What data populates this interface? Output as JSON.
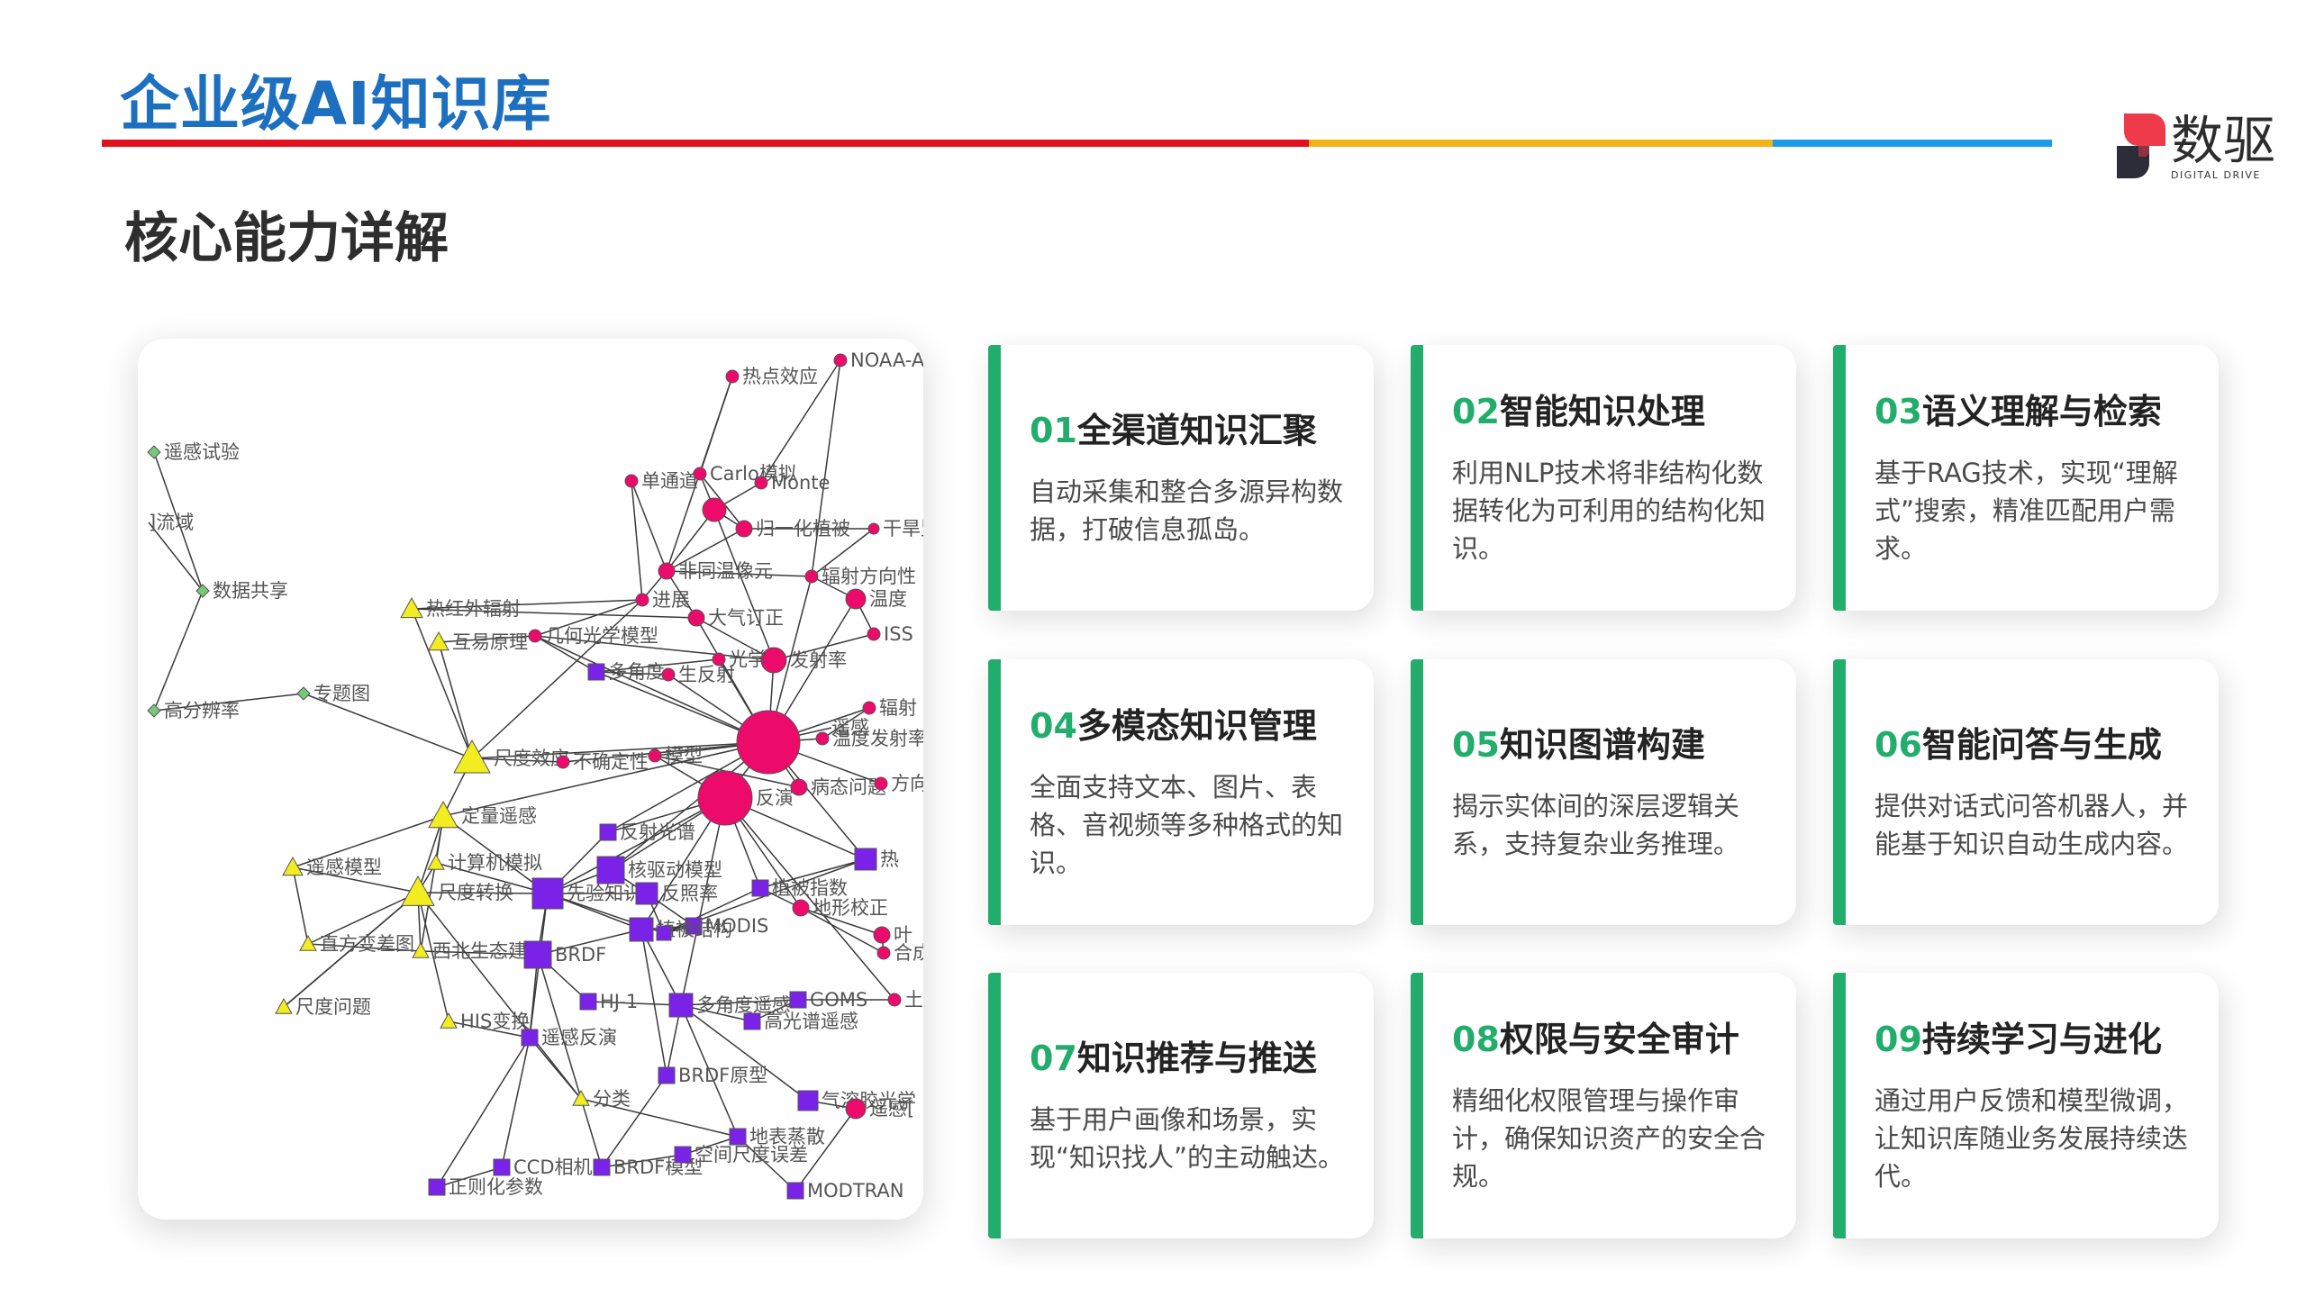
{
  "header": {
    "title": "企业级AI知识库",
    "section_title": "核心能力详解"
  },
  "logo": {
    "name_cn": "数驱",
    "name_en": "DIGITAL DRIVE"
  },
  "colors": {
    "title_blue": "#1d6fc0",
    "stripe_red": "#e3101d",
    "stripe_yellow": "#f2b417",
    "stripe_blue": "#1b9be8",
    "accent_green": "#22ad6c",
    "logo_red": "#ef3a4a",
    "logo_dark": "#2d2d3a",
    "node_magenta": "#ec0a6b",
    "node_purple": "#7a22e8",
    "node_yellow": "#f2ec20",
    "node_green": "#79c77a"
  },
  "graph": {
    "nodes": [
      {
        "id": "n1",
        "label": "热点效应",
        "shape": "circle",
        "color": "#ec0a6b"
      },
      {
        "id": "n2",
        "label": "NOAA-A",
        "shape": "circle",
        "color": "#ec0a6b"
      },
      {
        "id": "n3",
        "label": "遥感试验",
        "shape": "diamond",
        "color": "#79c77a"
      },
      {
        "id": "n4",
        "label": "单通道",
        "shape": "circle",
        "color": "#ec0a6b"
      },
      {
        "id": "n5",
        "label": "Carlo模拟",
        "shape": "circle",
        "color": "#ec0a6b"
      },
      {
        "id": "n6",
        "label": "Monte",
        "shape": "circle",
        "color": "#ec0a6b"
      },
      {
        "id": "n7",
        "label": "]流域",
        "shape": "none",
        "color": "#555555"
      },
      {
        "id": "n8",
        "label": "归一化植被",
        "shape": "circle",
        "color": "#ec0a6b"
      },
      {
        "id": "n9",
        "label": "干旱监",
        "shape": "circle",
        "color": "#ec0a6b"
      },
      {
        "id": "n10",
        "label": "非同温像元",
        "shape": "circle",
        "color": "#ec0a6b"
      },
      {
        "id": "n11",
        "label": "辐射方向性",
        "shape": "circle",
        "color": "#ec0a6b"
      },
      {
        "id": "n12",
        "label": "数据共享",
        "shape": "diamond",
        "color": "#79c77a"
      },
      {
        "id": "n13",
        "label": "热红外辐射",
        "shape": "triangle",
        "color": "#f2ec20"
      },
      {
        "id": "n14",
        "label": "进展",
        "shape": "circle",
        "color": "#ec0a6b"
      },
      {
        "id": "n15",
        "label": "大气订正",
        "shape": "circle",
        "color": "#ec0a6b"
      },
      {
        "id": "n16",
        "label": "温度",
        "shape": "circle",
        "color": "#ec0a6b"
      },
      {
        "id": "n17",
        "label": "互易原理",
        "shape": "triangle",
        "color": "#f2ec20"
      },
      {
        "id": "n18",
        "label": "几何光学模型",
        "shape": "circle",
        "color": "#ec0a6b"
      },
      {
        "id": "n19",
        "label": "ISS",
        "shape": "circle",
        "color": "#ec0a6b"
      },
      {
        "id": "n20",
        "label": "发射率",
        "shape": "circle",
        "color": "#ec0a6b"
      },
      {
        "id": "n21",
        "label": "光学",
        "shape": "circle",
        "color": "#ec0a6b"
      },
      {
        "id": "n22",
        "label": "多角度",
        "shape": "square",
        "color": "#7a22e8"
      },
      {
        "id": "n23",
        "label": "生反射",
        "shape": "circle",
        "color": "#ec0a6b"
      },
      {
        "id": "n24",
        "label": "高分辨率",
        "shape": "diamond",
        "color": "#79c77a"
      },
      {
        "id": "n25",
        "label": "专题图",
        "shape": "diamond",
        "color": "#79c77a"
      },
      {
        "id": "n26",
        "label": "辐射",
        "shape": "circle",
        "color": "#ec0a6b"
      },
      {
        "id": "n27",
        "label": "遥感",
        "shape": "circle",
        "color": "#ec0a6b"
      },
      {
        "id": "n28",
        "label": "温度发射率",
        "shape": "circle",
        "color": "#ec0a6b"
      },
      {
        "id": "n29",
        "label": "尺度效应",
        "shape": "triangle",
        "color": "#f2ec20"
      },
      {
        "id": "n30",
        "label": "不确定性",
        "shape": "circle",
        "color": "#ec0a6b"
      },
      {
        "id": "n31",
        "label": "模型",
        "shape": "circle",
        "color": "#ec0a6b"
      },
      {
        "id": "n32",
        "label": "病态问题",
        "shape": "circle",
        "color": "#ec0a6b"
      },
      {
        "id": "n33",
        "label": "方向性",
        "shape": "circle",
        "color": "#ec0a6b"
      },
      {
        "id": "n34",
        "label": "反演",
        "shape": "circle",
        "color": "#ec0a6b"
      },
      {
        "id": "n35",
        "label": "定量遥感",
        "shape": "triangle",
        "color": "#f2ec20"
      },
      {
        "id": "n36",
        "label": "反射光谱",
        "shape": "square",
        "color": "#7a22e8"
      },
      {
        "id": "n37",
        "label": "核驱动模型",
        "shape": "square",
        "color": "#7a22e8"
      },
      {
        "id": "n38",
        "label": "热",
        "shape": "square",
        "color": "#7a22e8"
      },
      {
        "id": "n39",
        "label": "遥感模型",
        "shape": "triangle",
        "color": "#f2ec20"
      },
      {
        "id": "n40",
        "label": "计算机模拟",
        "shape": "triangle",
        "color": "#f2ec20"
      },
      {
        "id": "n41",
        "label": "尺度转换",
        "shape": "triangle",
        "color": "#f2ec20"
      },
      {
        "id": "n42",
        "label": "先验知识",
        "shape": "square",
        "color": "#7a22e8"
      },
      {
        "id": "n43",
        "label": "反照率",
        "shape": "square",
        "color": "#7a22e8"
      },
      {
        "id": "n44",
        "label": "植被指数",
        "shape": "square",
        "color": "#7a22e8"
      },
      {
        "id": "n45",
        "label": "地形校正",
        "shape": "circle",
        "color": "#ec0a6b"
      },
      {
        "id": "n46",
        "label": "MODIS",
        "shape": "square",
        "color": "#7a22e8"
      },
      {
        "id": "n47",
        "label": "植被结构",
        "shape": "square",
        "color": "#7a22e8"
      },
      {
        "id": "n48",
        "label": "叶",
        "shape": "circle",
        "color": "#ec0a6b"
      },
      {
        "id": "n49",
        "label": "合成",
        "shape": "circle",
        "color": "#ec0a6b"
      },
      {
        "id": "n50",
        "label": "直方变差图",
        "shape": "triangle",
        "color": "#f2ec20"
      },
      {
        "id": "n51",
        "label": "西北生态建设",
        "shape": "triangle",
        "color": "#f2ec20"
      },
      {
        "id": "n52",
        "label": "BRDF",
        "shape": "square",
        "color": "#7a22e8"
      },
      {
        "id": "n53",
        "label": "HJ-1",
        "shape": "square",
        "color": "#7a22e8"
      },
      {
        "id": "n54",
        "label": "多角度遥感",
        "shape": "square",
        "color": "#7a22e8"
      },
      {
        "id": "n55",
        "label": "GOMS",
        "shape": "square",
        "color": "#7a22e8"
      },
      {
        "id": "n56",
        "label": "土壤",
        "shape": "circle",
        "color": "#ec0a6b"
      },
      {
        "id": "n57",
        "label": "尺度问题",
        "shape": "triangle",
        "color": "#f2ec20"
      },
      {
        "id": "n58",
        "label": "HIS变换",
        "shape": "triangle",
        "color": "#f2ec20"
      },
      {
        "id": "n59",
        "label": "遥感反演",
        "shape": "square",
        "color": "#7a22e8"
      },
      {
        "id": "n60",
        "label": "高光谱遥感",
        "shape": "square",
        "color": "#7a22e8"
      },
      {
        "id": "n61",
        "label": "BRDF原型",
        "shape": "square",
        "color": "#7a22e8"
      },
      {
        "id": "n62",
        "label": "分类",
        "shape": "triangle",
        "color": "#f2ec20"
      },
      {
        "id": "n63",
        "label": "气溶胶光学",
        "shape": "square",
        "color": "#7a22e8"
      },
      {
        "id": "n64",
        "label": "遥感[",
        "shape": "circle",
        "color": "#ec0a6b"
      },
      {
        "id": "n65",
        "label": "地表蒸散",
        "shape": "square",
        "color": "#7a22e8"
      },
      {
        "id": "n66",
        "label": "CCD相机",
        "shape": "square",
        "color": "#7a22e8"
      },
      {
        "id": "n67",
        "label": "BRDF模型",
        "shape": "square",
        "color": "#7a22e8"
      },
      {
        "id": "n68",
        "label": "空间尺度误差",
        "shape": "square",
        "color": "#7a22e8"
      },
      {
        "id": "n69",
        "label": "正则化参数",
        "shape": "square",
        "color": "#7a22e8"
      },
      {
        "id": "n70",
        "label": "MODTRAN",
        "shape": "square",
        "color": "#7a22e8"
      },
      {
        "id": "n71",
        "label": "",
        "shape": "circle",
        "color": "#ec0a6b"
      },
      {
        "id": "n72",
        "label": "",
        "shape": "circle",
        "color": "#ec0a6b"
      },
      {
        "id": "n73",
        "label": "",
        "shape": "square",
        "color": "#7a22e8"
      }
    ],
    "edges": [
      [
        "n1",
        "n5"
      ],
      [
        "n1",
        "n10"
      ],
      [
        "n2",
        "n6"
      ],
      [
        "n2",
        "n11"
      ],
      [
        "n4",
        "n10"
      ],
      [
        "n4",
        "n14"
      ],
      [
        "n5",
        "n71"
      ],
      [
        "n5",
        "n8"
      ],
      [
        "n6",
        "n71"
      ],
      [
        "n8",
        "n9"
      ],
      [
        "n8",
        "n10"
      ],
      [
        "n8",
        "n71"
      ],
      [
        "n9",
        "n11"
      ],
      [
        "n10",
        "n11"
      ],
      [
        "n10",
        "n14"
      ],
      [
        "n10",
        "n15"
      ],
      [
        "n10",
        "n71"
      ],
      [
        "n11",
        "n16"
      ],
      [
        "n11",
        "n72"
      ],
      [
        "n12",
        "n3"
      ],
      [
        "n12",
        "n7"
      ],
      [
        "n12",
        "n24"
      ],
      [
        "n13",
        "n14"
      ],
      [
        "n13",
        "n15"
      ],
      [
        "n13",
        "n29"
      ],
      [
        "n14",
        "n18"
      ],
      [
        "n15",
        "n20"
      ],
      [
        "n15",
        "n72"
      ],
      [
        "n16",
        "n72"
      ],
      [
        "n16",
        "n19"
      ],
      [
        "n17",
        "n18"
      ],
      [
        "n17",
        "n29"
      ],
      [
        "n18",
        "n22"
      ],
      [
        "n18",
        "n20"
      ],
      [
        "n18",
        "n72"
      ],
      [
        "n19",
        "n20"
      ],
      [
        "n20",
        "n72"
      ],
      [
        "n20",
        "n71"
      ],
      [
        "n21",
        "n22"
      ],
      [
        "n21",
        "n72"
      ],
      [
        "n22",
        "n23"
      ],
      [
        "n22",
        "n72"
      ],
      [
        "n23",
        "n72"
      ],
      [
        "n24",
        "n25"
      ],
      [
        "n25",
        "n29"
      ],
      [
        "n26",
        "n72"
      ],
      [
        "n26",
        "n28"
      ],
      [
        "n27",
        "n72"
      ],
      [
        "n28",
        "n72"
      ],
      [
        "n29",
        "n30"
      ],
      [
        "n29",
        "n35"
      ],
      [
        "n29",
        "n72"
      ],
      [
        "n29",
        "n14"
      ],
      [
        "n30",
        "n72"
      ],
      [
        "n31",
        "n72"
      ],
      [
        "n31",
        "n32"
      ],
      [
        "n31",
        "n34"
      ],
      [
        "n32",
        "n72"
      ],
      [
        "n33",
        "n72"
      ],
      [
        "n34",
        "n72"
      ],
      [
        "n34",
        "n42"
      ],
      [
        "n34",
        "n36"
      ],
      [
        "n34",
        "n37"
      ],
      [
        "n34",
        "n44"
      ],
      [
        "n34",
        "n38"
      ],
      [
        "n34",
        "n45"
      ],
      [
        "n34",
        "n47"
      ],
      [
        "n34",
        "n54"
      ],
      [
        "n35",
        "n39"
      ],
      [
        "n35",
        "n40"
      ],
      [
        "n35",
        "n41"
      ],
      [
        "n35",
        "n42"
      ],
      [
        "n35",
        "n51"
      ],
      [
        "n35",
        "n72"
      ],
      [
        "n36",
        "n72"
      ],
      [
        "n37",
        "n72"
      ],
      [
        "n38",
        "n72"
      ],
      [
        "n38",
        "n44"
      ],
      [
        "n39",
        "n50"
      ],
      [
        "n39",
        "n41"
      ],
      [
        "n40",
        "n41"
      ],
      [
        "n40",
        "n42"
      ],
      [
        "n41",
        "n42"
      ],
      [
        "n41",
        "n50"
      ],
      [
        "n41",
        "n57"
      ],
      [
        "n41",
        "n58"
      ],
      [
        "n41",
        "n51"
      ],
      [
        "n41",
        "n62"
      ],
      [
        "n42",
        "n43"
      ],
      [
        "n42",
        "n37"
      ],
      [
        "n42",
        "n47"
      ],
      [
        "n42",
        "n52"
      ],
      [
        "n42",
        "n73"
      ],
      [
        "n42",
        "n59"
      ],
      [
        "n43",
        "n73"
      ],
      [
        "n43",
        "n46"
      ],
      [
        "n44",
        "n73"
      ],
      [
        "n44",
        "n45"
      ],
      [
        "n45",
        "n48"
      ],
      [
        "n45",
        "n49"
      ],
      [
        "n46",
        "n73"
      ],
      [
        "n46",
        "n47"
      ],
      [
        "n47",
        "n52"
      ],
      [
        "n47",
        "n54"
      ],
      [
        "n48",
        "n49"
      ],
      [
        "n50",
        "n51"
      ],
      [
        "n51",
        "n52"
      ],
      [
        "n52",
        "n53"
      ],
      [
        "n52",
        "n59"
      ],
      [
        "n53",
        "n54"
      ],
      [
        "n54",
        "n55"
      ],
      [
        "n54",
        "n60"
      ],
      [
        "n54",
        "n61"
      ],
      [
        "n54",
        "n65"
      ],
      [
        "n55",
        "n56"
      ],
      [
        "n55",
        "n60"
      ],
      [
        "n56",
        "n34"
      ],
      [
        "n57",
        "n41"
      ],
      [
        "n58",
        "n59"
      ],
      [
        "n59",
        "n66"
      ],
      [
        "n59",
        "n62"
      ],
      [
        "n61",
        "n67"
      ],
      [
        "n62",
        "n65"
      ],
      [
        "n63",
        "n64"
      ],
      [
        "n63",
        "n54"
      ],
      [
        "n64",
        "n70"
      ],
      [
        "n65",
        "n68"
      ],
      [
        "n65",
        "n70"
      ],
      [
        "n66",
        "n69"
      ],
      [
        "n67",
        "n68"
      ],
      [
        "n59",
        "n69"
      ],
      [
        "n67",
        "n52"
      ],
      [
        "n61",
        "n47"
      ],
      [
        "n73",
        "n38"
      ],
      [
        "n36",
        "n42"
      ],
      [
        "n37",
        "n43"
      ]
    ]
  },
  "cards": [
    {
      "num": "01",
      "title": "全渠道知识汇聚",
      "desc": "自动采集和整合多源异构数据，打破信息孤岛。"
    },
    {
      "num": "02",
      "title": "智能知识处理",
      "desc": "利用NLP技术将非结构化数据转化为可利用的结构化知识。"
    },
    {
      "num": "03",
      "title": "语义理解与检索",
      "desc": "基于RAG技术，实现“理解式”搜索，精准匹配用户需求。"
    },
    {
      "num": "04",
      "title": "多模态知识管理",
      "desc": "全面支持文本、图片、表格、音视频等多种格式的知识。"
    },
    {
      "num": "05",
      "title": "知识图谱构建",
      "desc": "揭示实体间的深层逻辑关系，支持复杂业务推理。"
    },
    {
      "num": "06",
      "title": "智能问答与生成",
      "desc": "提供对话式问答机器人，并能基于知识自动生成内容。"
    },
    {
      "num": "07",
      "title": "知识推荐与推送",
      "desc": "基于用户画像和场景，实现“知识找人”的主动触达。"
    },
    {
      "num": "08",
      "title": "权限与安全审计",
      "desc": "精细化权限管理与操作审计，确保知识资产的安全合规。"
    },
    {
      "num": "09",
      "title": "持续学习与进化",
      "desc": "通过用户反馈和模型微调，让知识库随业务发展持续迭代。"
    }
  ]
}
